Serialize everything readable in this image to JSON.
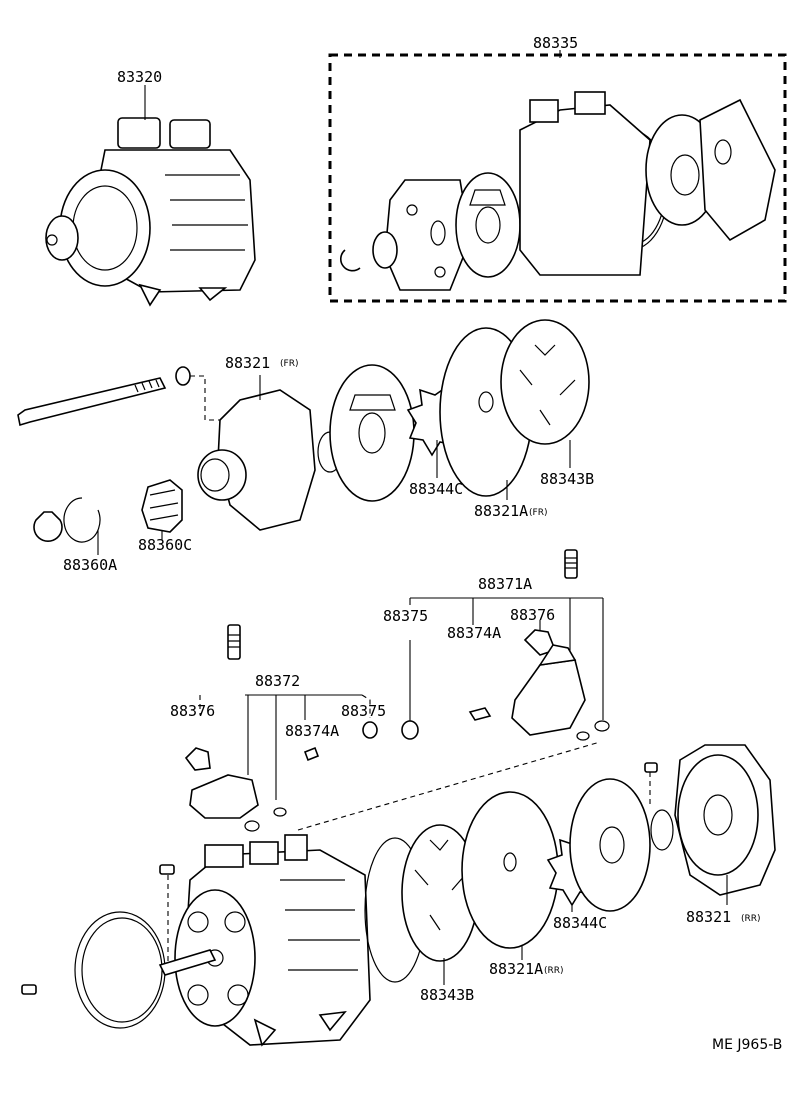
{
  "labels": {
    "l83335": "88335",
    "l83320": "83320",
    "l88321fr": "88321",
    "l88321fr_suffix": "(FR)",
    "l88344c_top": "88344C",
    "l88343b_top": "88343B",
    "l88321a_fr": "88321A",
    "l88321a_fr_suffix": "(FR)",
    "l88360c": "88360C",
    "l88360a": "88360A",
    "l88371a": "88371A",
    "l88375_right": "88375",
    "l88376_right": "88376",
    "l88374a_right": "88374A",
    "l88372": "88372",
    "l88376_left": "88376",
    "l88374a_left": "88374A",
    "l88375_left": "88375",
    "l88344c_bot": "88344C",
    "l88321rr": "88321",
    "l88321rr_suffix": "(RR)",
    "l88321a_rr": "88321A",
    "l88321a_rr_suffix": "(RR)",
    "l88343b_bot": "88343B"
  },
  "diagram_code": "ME J965-B"
}
